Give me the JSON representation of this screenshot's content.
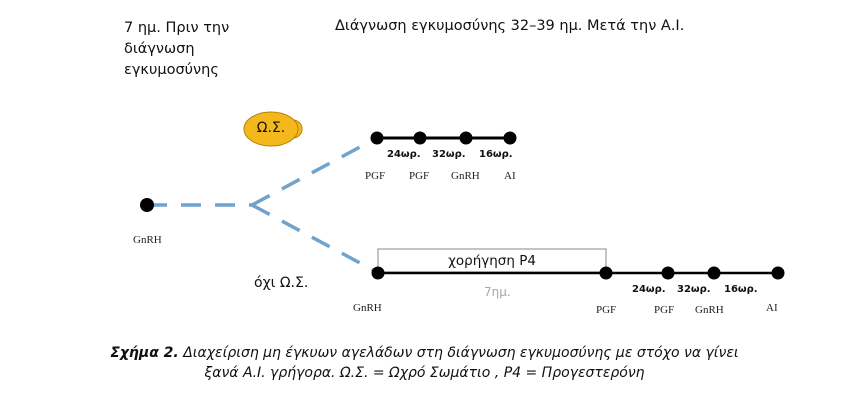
{
  "header": {
    "left_lines": [
      "7 ημ. Πριν την",
      "διάγνωση",
      "εγκυμοσύνης"
    ],
    "right": "Διάγνωση εγκυμοσύνης 32–39 ημ. Μετά την Α.Ι."
  },
  "start": {
    "label": "GnRH"
  },
  "upper_branch": {
    "badge": "Ω.Σ.",
    "intervals": [
      "24ωρ.",
      "32ωρ.",
      "16ωρ."
    ],
    "labels": [
      "PGF",
      "PGF",
      "GnRH",
      "AI"
    ]
  },
  "lower_branch": {
    "condition": "όχι Ω.Σ.",
    "treatment": "χορήγηση P4",
    "duration": "7ημ.",
    "start_label": "GnRH",
    "intervals": [
      "24ωρ.",
      "32ωρ.",
      "16ωρ."
    ],
    "labels": [
      "PGF",
      "PGF",
      "GnRH",
      "AI"
    ]
  },
  "caption": {
    "prefix": "Σχήμα 2.",
    "line1": " Διαχείριση μη έγκυων αγελάδων στη διάγνωση εγκυμοσύνης με στόχο να γίνει",
    "line2": "ξανά Α.Ι. γρήγορα. Ω.Σ. = Ωχρό Σωμάτιο , P4 = Προγεστερόνη"
  },
  "colors": {
    "dash_blue": "#6fa2cc",
    "badge_fill": "#f4b71c",
    "badge_stroke": "#b88400",
    "line": "#000000",
    "box_stroke": "#888888",
    "gray_text": "#a6a6a6"
  }
}
